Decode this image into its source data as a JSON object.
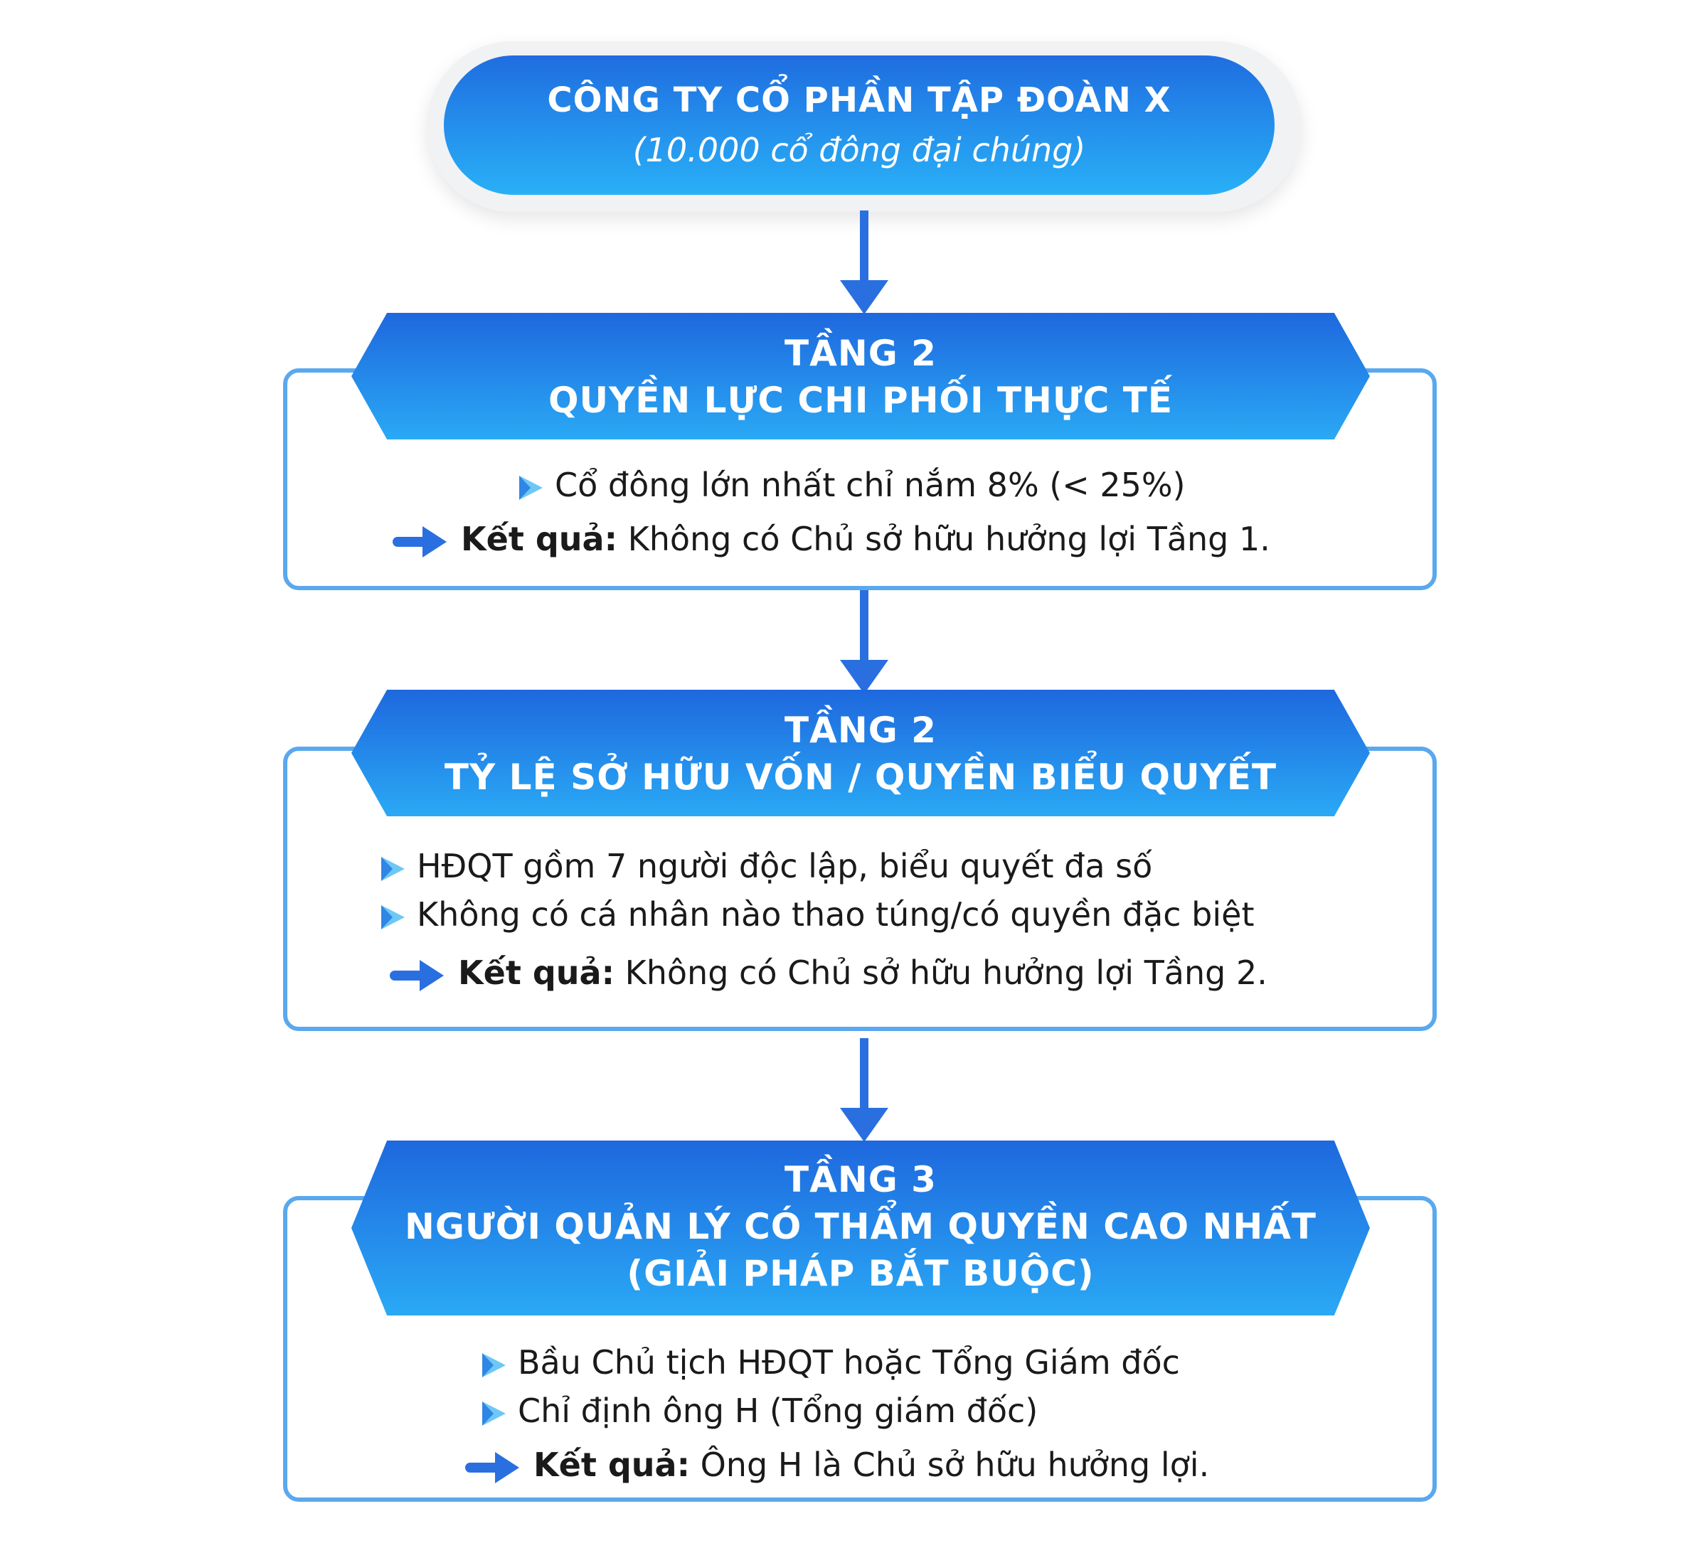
{
  "company": {
    "title": "CÔNG TY CỔ PHẦN TẬP ĐOÀN X",
    "subtitle": "(10.000 cổ đông đại chúng)"
  },
  "tiers": [
    {
      "label": "TẦNG 2",
      "title_lines": [
        "QUYỀN LỰC CHI PHỐI THỰC TẾ"
      ],
      "items": [
        "Cổ đông lớn nhất chỉ nắm 8% (< 25%)"
      ],
      "result_label": "Kết quả:",
      "result_text": "Không có Chủ sở hữu hưởng lợi Tầng 1."
    },
    {
      "label": "TẦNG 2",
      "title_lines": [
        "TỶ LỆ SỞ HỮU VỐN / QUYỀN BIỂU QUYẾT"
      ],
      "items": [
        "HĐQT gồm 7 người độc lập, biểu quyết đa số",
        "Không có cá nhân nào thao túng/có quyền đặc biệt"
      ],
      "result_label": "Kết quả:",
      "result_text": "Không có Chủ sở hữu hưởng lợi Tầng 2."
    },
    {
      "label": "TẦNG 3",
      "title_lines": [
        "NGƯỜI QUẢN LÝ CÓ THẨM QUYỀN CAO NHẤT",
        "(GIẢI PHÁP BẮT BUỘC)"
      ],
      "items": [
        "Bầu Chủ tịch HĐQT hoặc Tổng Giám đốc",
        "Chỉ định ông H (Tổng giám đốc)"
      ],
      "result_label": "Kết quả:",
      "result_text": "Ông H là Chủ sở hữu hưởng lợi."
    }
  ],
  "colors": {
    "primary_dark": "#1e68de",
    "primary_light": "#2aa9f5",
    "arrow": "#2a6fe0",
    "bullet": "#4fb4f2"
  }
}
